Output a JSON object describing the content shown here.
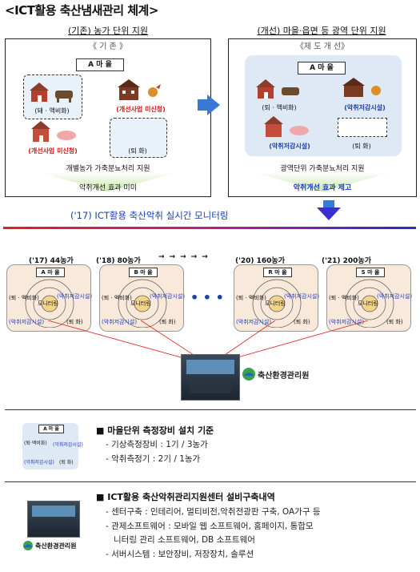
{
  "title": "<ICT활용 축산냄새관리 체계>",
  "left_panel": {
    "heading": "(기존) 농가 단위 지원",
    "subheading": "《 기    존 》",
    "village": "A 마 을",
    "farms": [
      "(돼 · 액비화)",
      "(개선사업 미신청)",
      "(개선사업 미신청)",
      "(퇴 화)"
    ],
    "support": "개별농가 가축분뇨처리 지원",
    "effect": "악취개선 효과 미미"
  },
  "right_panel": {
    "heading": "(개선) 마을·읍면 등 광역 단위 지원",
    "subheading": "《제 도 개 선》",
    "village": "A 마 을",
    "farms": [
      "(퇴 · 액비화)",
      "(악취저감시설)",
      "(악취저감시설)",
      "(퇴 화)"
    ],
    "support": "광역단위 가축분뇨처리 지원",
    "effect": "악취개선 효과 제고"
  },
  "monitoring_banner": "('17) ICT활용 축산악취 실시간 모니터링",
  "timeline": {
    "years": [
      "('17) 44농가",
      "('18) 80농가",
      "('20) 160농가",
      "('21) 200농가"
    ],
    "arrows": "→",
    "ellipsis": "• • •",
    "villages": [
      "A 마 을",
      "B 마 을",
      "R 마 을",
      "S 마 을"
    ],
    "center_label": "모니터링",
    "farm_labels": [
      "(퇴 · 액비화)",
      "(악취저감시설)",
      "(악취저감시설)",
      "(퇴 화)"
    ]
  },
  "center_logo": "축산환경관리원",
  "section1": {
    "bullet": "■",
    "title": "마을단위 측정장비 설치 기준",
    "items": [
      "- 기상측정장비 : 1기 / 3농가",
      "- 악취측정기 : 2기 / 1농가"
    ],
    "thumb_village": "A 마 을",
    "thumb_labels": [
      "(퇴·액비화)",
      "(악취저감시설)",
      "(악취저감시설)",
      "(퇴 화)"
    ]
  },
  "section2": {
    "bullet": "■",
    "title": "ICT활용 축산악취관리지원센터 설비구축내역",
    "items": [
      "- 센터구축 : 인테리어, 멀티비전,악취전광판 구축, OA가구 등",
      "- 관제소프트웨어 : 모바일 웹 소프트웨어, 홈페이지, 통합모",
      "   니터링 관리 소프트웨어, DB 소프트웨어",
      "- 서버시스템 : 보안장비, 저장장치, 솔루션"
    ],
    "logo": "축산환경관리원"
  },
  "colors": {
    "red": "#d11111",
    "blue": "#1a3fb0",
    "arrow": "#3a78d6",
    "panel": "#dfe9f5"
  }
}
